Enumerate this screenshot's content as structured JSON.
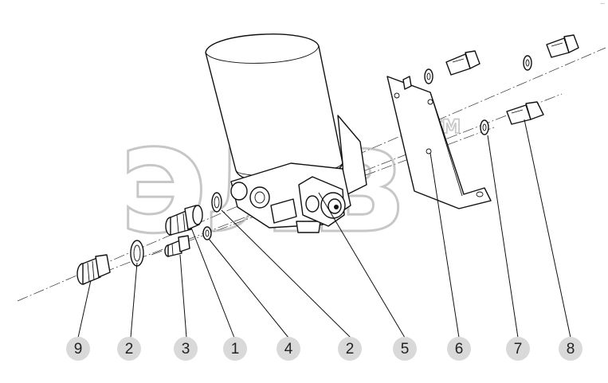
{
  "callouts": [
    "9",
    "2",
    "3",
    "1",
    "4",
    "2",
    "5",
    "6",
    "7",
    "8"
  ],
  "watermark": {
    "text": "элв",
    "mark": "TM"
  },
  "corner_mark": "···"
}
